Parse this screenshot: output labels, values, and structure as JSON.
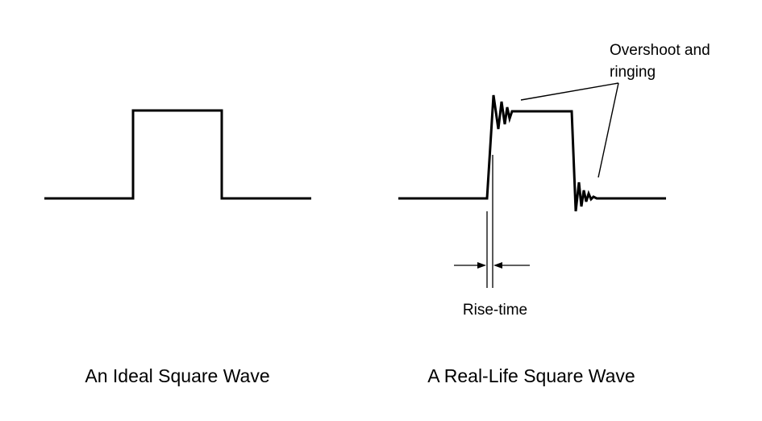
{
  "diagram": {
    "ideal_caption": "An Ideal Square Wave",
    "real_caption": "A Real-Life Square Wave",
    "annotation_overshoot_line1": "Overshoot and",
    "annotation_overshoot_line2": "ringing",
    "annotation_risetime": "Rise-time"
  },
  "colors": {
    "line": "#000000",
    "background": "#ffffff"
  }
}
